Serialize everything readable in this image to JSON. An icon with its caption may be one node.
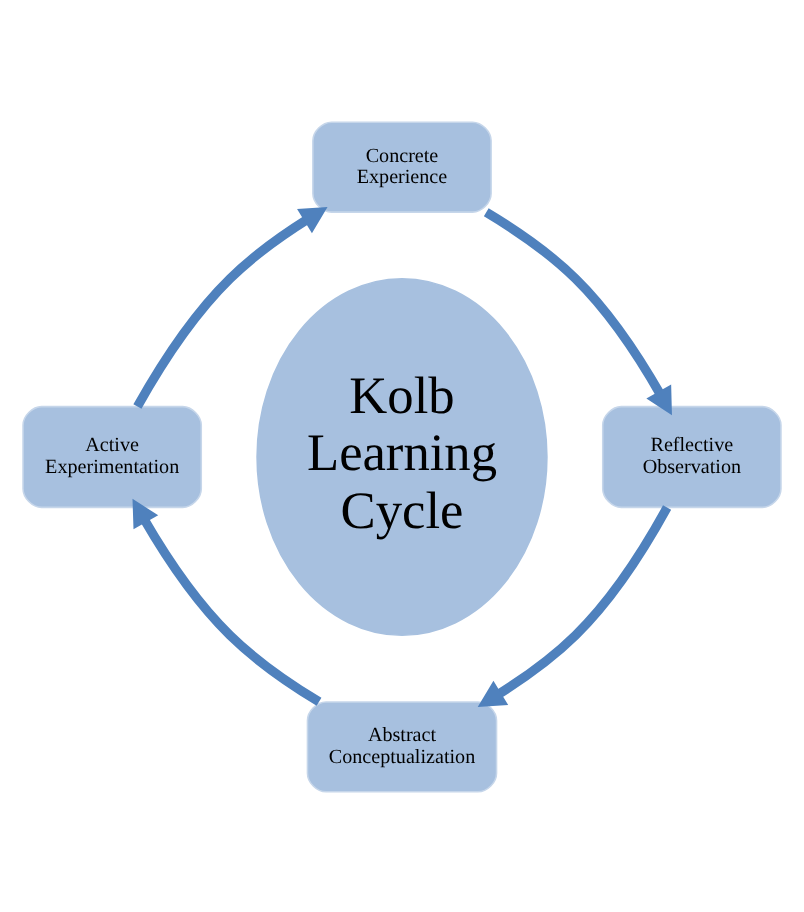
{
  "diagram": {
    "nodes": [
      {
        "text": [
          "Concrete Experience"
        ]
      },
      {
        "text": [
          "Kolb Learning Cycle"
        ]
      },
      {
        "text": [
          "Active Experimentation"
        ]
      },
      {
        "text": [
          "Reflective Observation"
        ]
      },
      {
        "text": [
          "Abstract Conceptualization"
        ]
      }
    ],
    "edges": [
      {
        "from": 0,
        "to": 3,
        "arrow": "to"
      },
      {
        "from": 3,
        "to": 4,
        "arrow": "to"
      },
      {
        "from": 4,
        "to": 2,
        "arrow": "to"
      },
      {
        "from": 2,
        "to": 0,
        "arrow": "to"
      }
    ]
  }
}
